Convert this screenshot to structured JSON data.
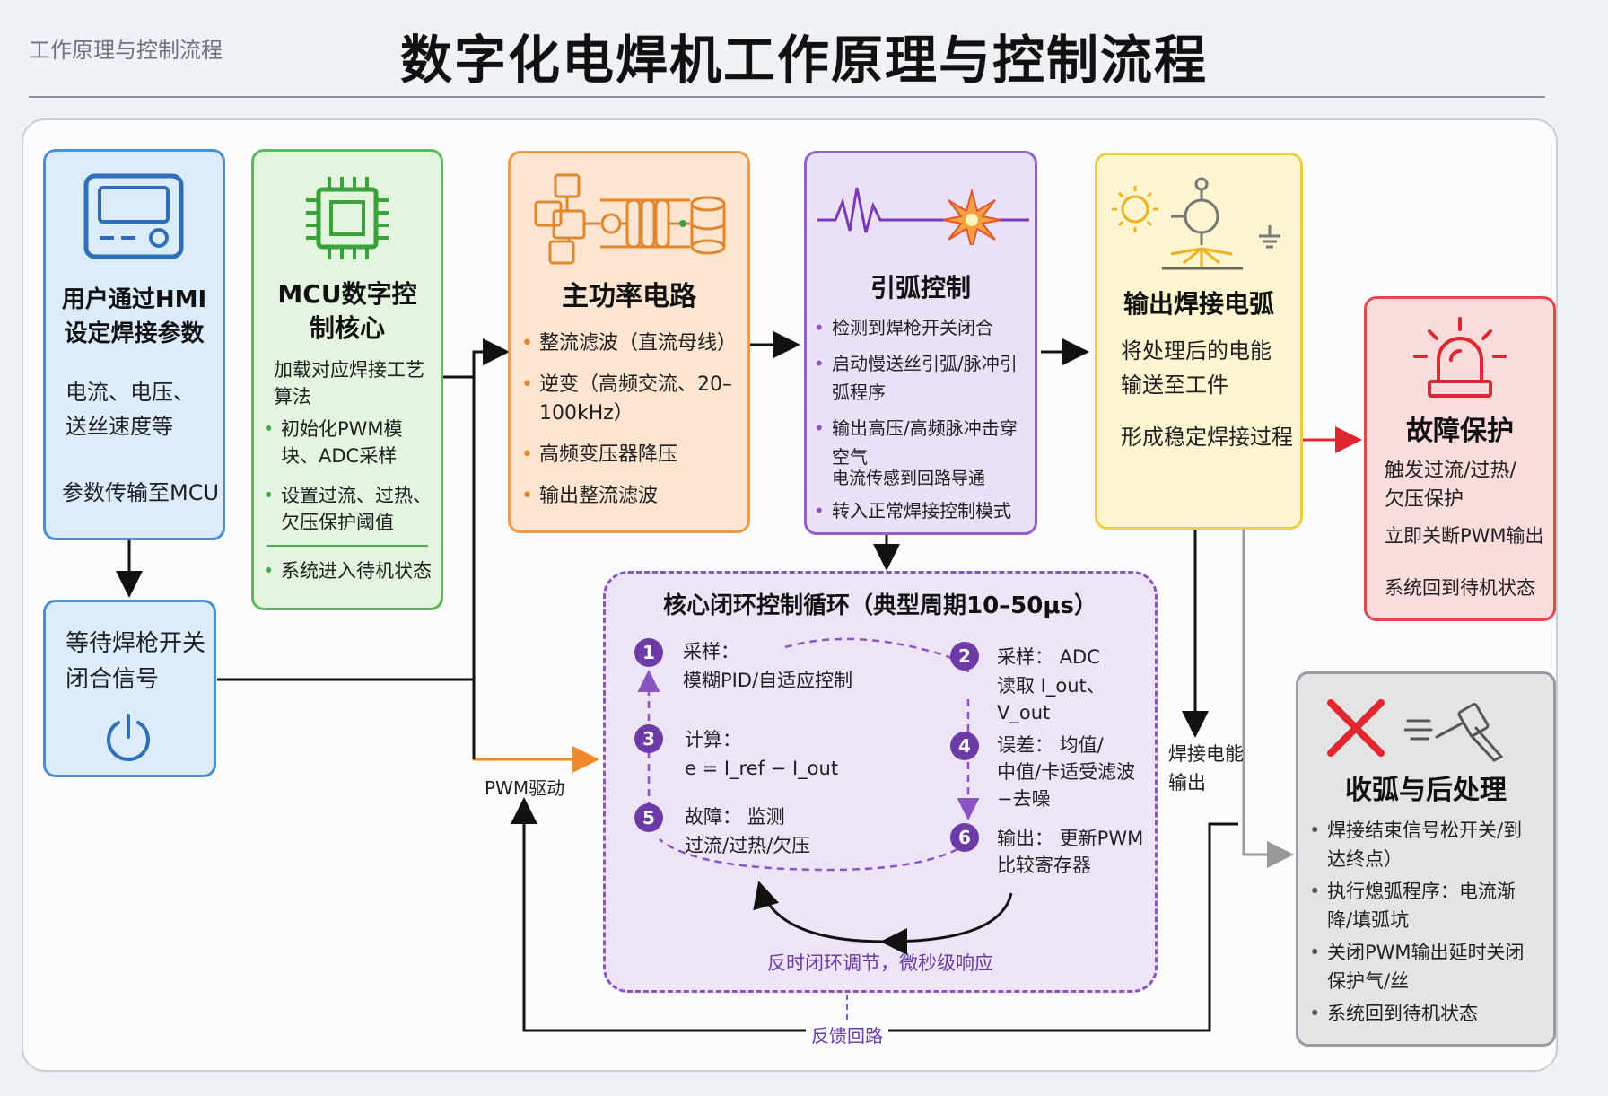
{
  "header": {
    "corner_title": "工作原理与控制流程",
    "main_title": "数字化电焊机工作原理与控制流程"
  },
  "hmi": {
    "title_line1": "用户通过HMI",
    "title_line2": "设定焊接参数",
    "text_line1": "电流、电压、",
    "text_line2": "送丝速度等",
    "text_line3": "参数传输至MCU"
  },
  "wait": {
    "text_line1": "等待焊枪开关",
    "text_line2": "闭合信号"
  },
  "mcu": {
    "title_line1": "MCU数字控",
    "title_line2": "制核心",
    "intro": "加载对应焊接工艺算法",
    "items": [
      "初始化PWM模块、ADC采样",
      "设置过流、过热、欠压保护阈值"
    ],
    "standby": "系统进入待机状态"
  },
  "power": {
    "title": "主功率电路",
    "items": [
      "整流滤波（直流母线）",
      "逆变（高频交流、20–100kHz）",
      "高频变压器降压",
      "输出整流滤波"
    ]
  },
  "arc": {
    "title": "引弧控制",
    "items": [
      "检测到焊枪开关闭合",
      "启动慢送丝引弧/脉冲引弧程序",
      "输出高压/高频脉冲击穿空气",
      "转入正常焊接控制模式"
    ],
    "sub_note": "电流传感到回路导通"
  },
  "output": {
    "title": "输出焊接电弧",
    "text_line1": "将处理后的电能",
    "text_line2": "输送至工件",
    "text_line3": "形成稳定焊接过程"
  },
  "fault": {
    "title": "故障保护",
    "text_line1": "触发过流/过热/",
    "text_line2": "欠压保护",
    "text_line3": "立即关断PWM输出",
    "text_line4": "系统回到待机状态"
  },
  "loop": {
    "title": "核心闭环控制循环（典型周期10–50μs）",
    "steps": [
      {
        "num": "1",
        "line1": "采样：",
        "line2": "模糊PID/自适应控制"
      },
      {
        "num": "2",
        "line1": "采样： ADC",
        "line2": "读取 I_out、V_out"
      },
      {
        "num": "3",
        "line1": "计算：",
        "line2": "e = I_ref − I_out"
      },
      {
        "num": "4",
        "line1": "误差： 均值/",
        "line2": "中值/卡适受滤波",
        "line3": "−去噪"
      },
      {
        "num": "5",
        "line1": "故障： 监测",
        "line2": "过流/过热/欠压"
      },
      {
        "num": "6",
        "line1": "输出： 更新PWM",
        "line2": "比较寄存器"
      }
    ],
    "bottom_note": "反时闭环调节，微秒级响应"
  },
  "closing": {
    "title": "收弧与后处理",
    "items": [
      "焊接结束信号松开关/到达终点）",
      "执行熄弧程序：电流渐降/填弧坑",
      "关闭PWM输出延时关闭保护气/丝",
      "系统回到待机状态"
    ]
  },
  "labels": {
    "pwm_drive": "PWM驱动",
    "weld_energy_line1": "焊接电能",
    "weld_energy_line2": "输出",
    "feedback": "反馈回路"
  },
  "colors": {
    "blue": "#4a8fd6",
    "green": "#5cb85c",
    "orange": "#f09a45",
    "purple": "#9460c9",
    "yellow": "#f0cc45",
    "red": "#e0474f",
    "gray": "#9a9aa0"
  }
}
